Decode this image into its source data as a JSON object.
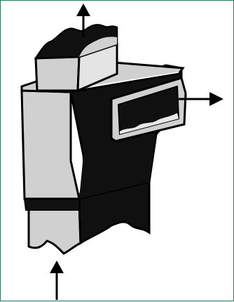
{
  "figure": {
    "subject": "tee-fitting-airflow-illustration",
    "colors": {
      "frame": "#2e7d5b",
      "body_light": "#d0d0d0",
      "shadow": "#101010",
      "outline": "#000000",
      "background": "#ffffff"
    },
    "arrows": [
      {
        "name": "outflow-up",
        "direction": "up"
      },
      {
        "name": "outflow-right",
        "direction": "right"
      },
      {
        "name": "inflow-bottom",
        "direction": "up"
      }
    ]
  }
}
